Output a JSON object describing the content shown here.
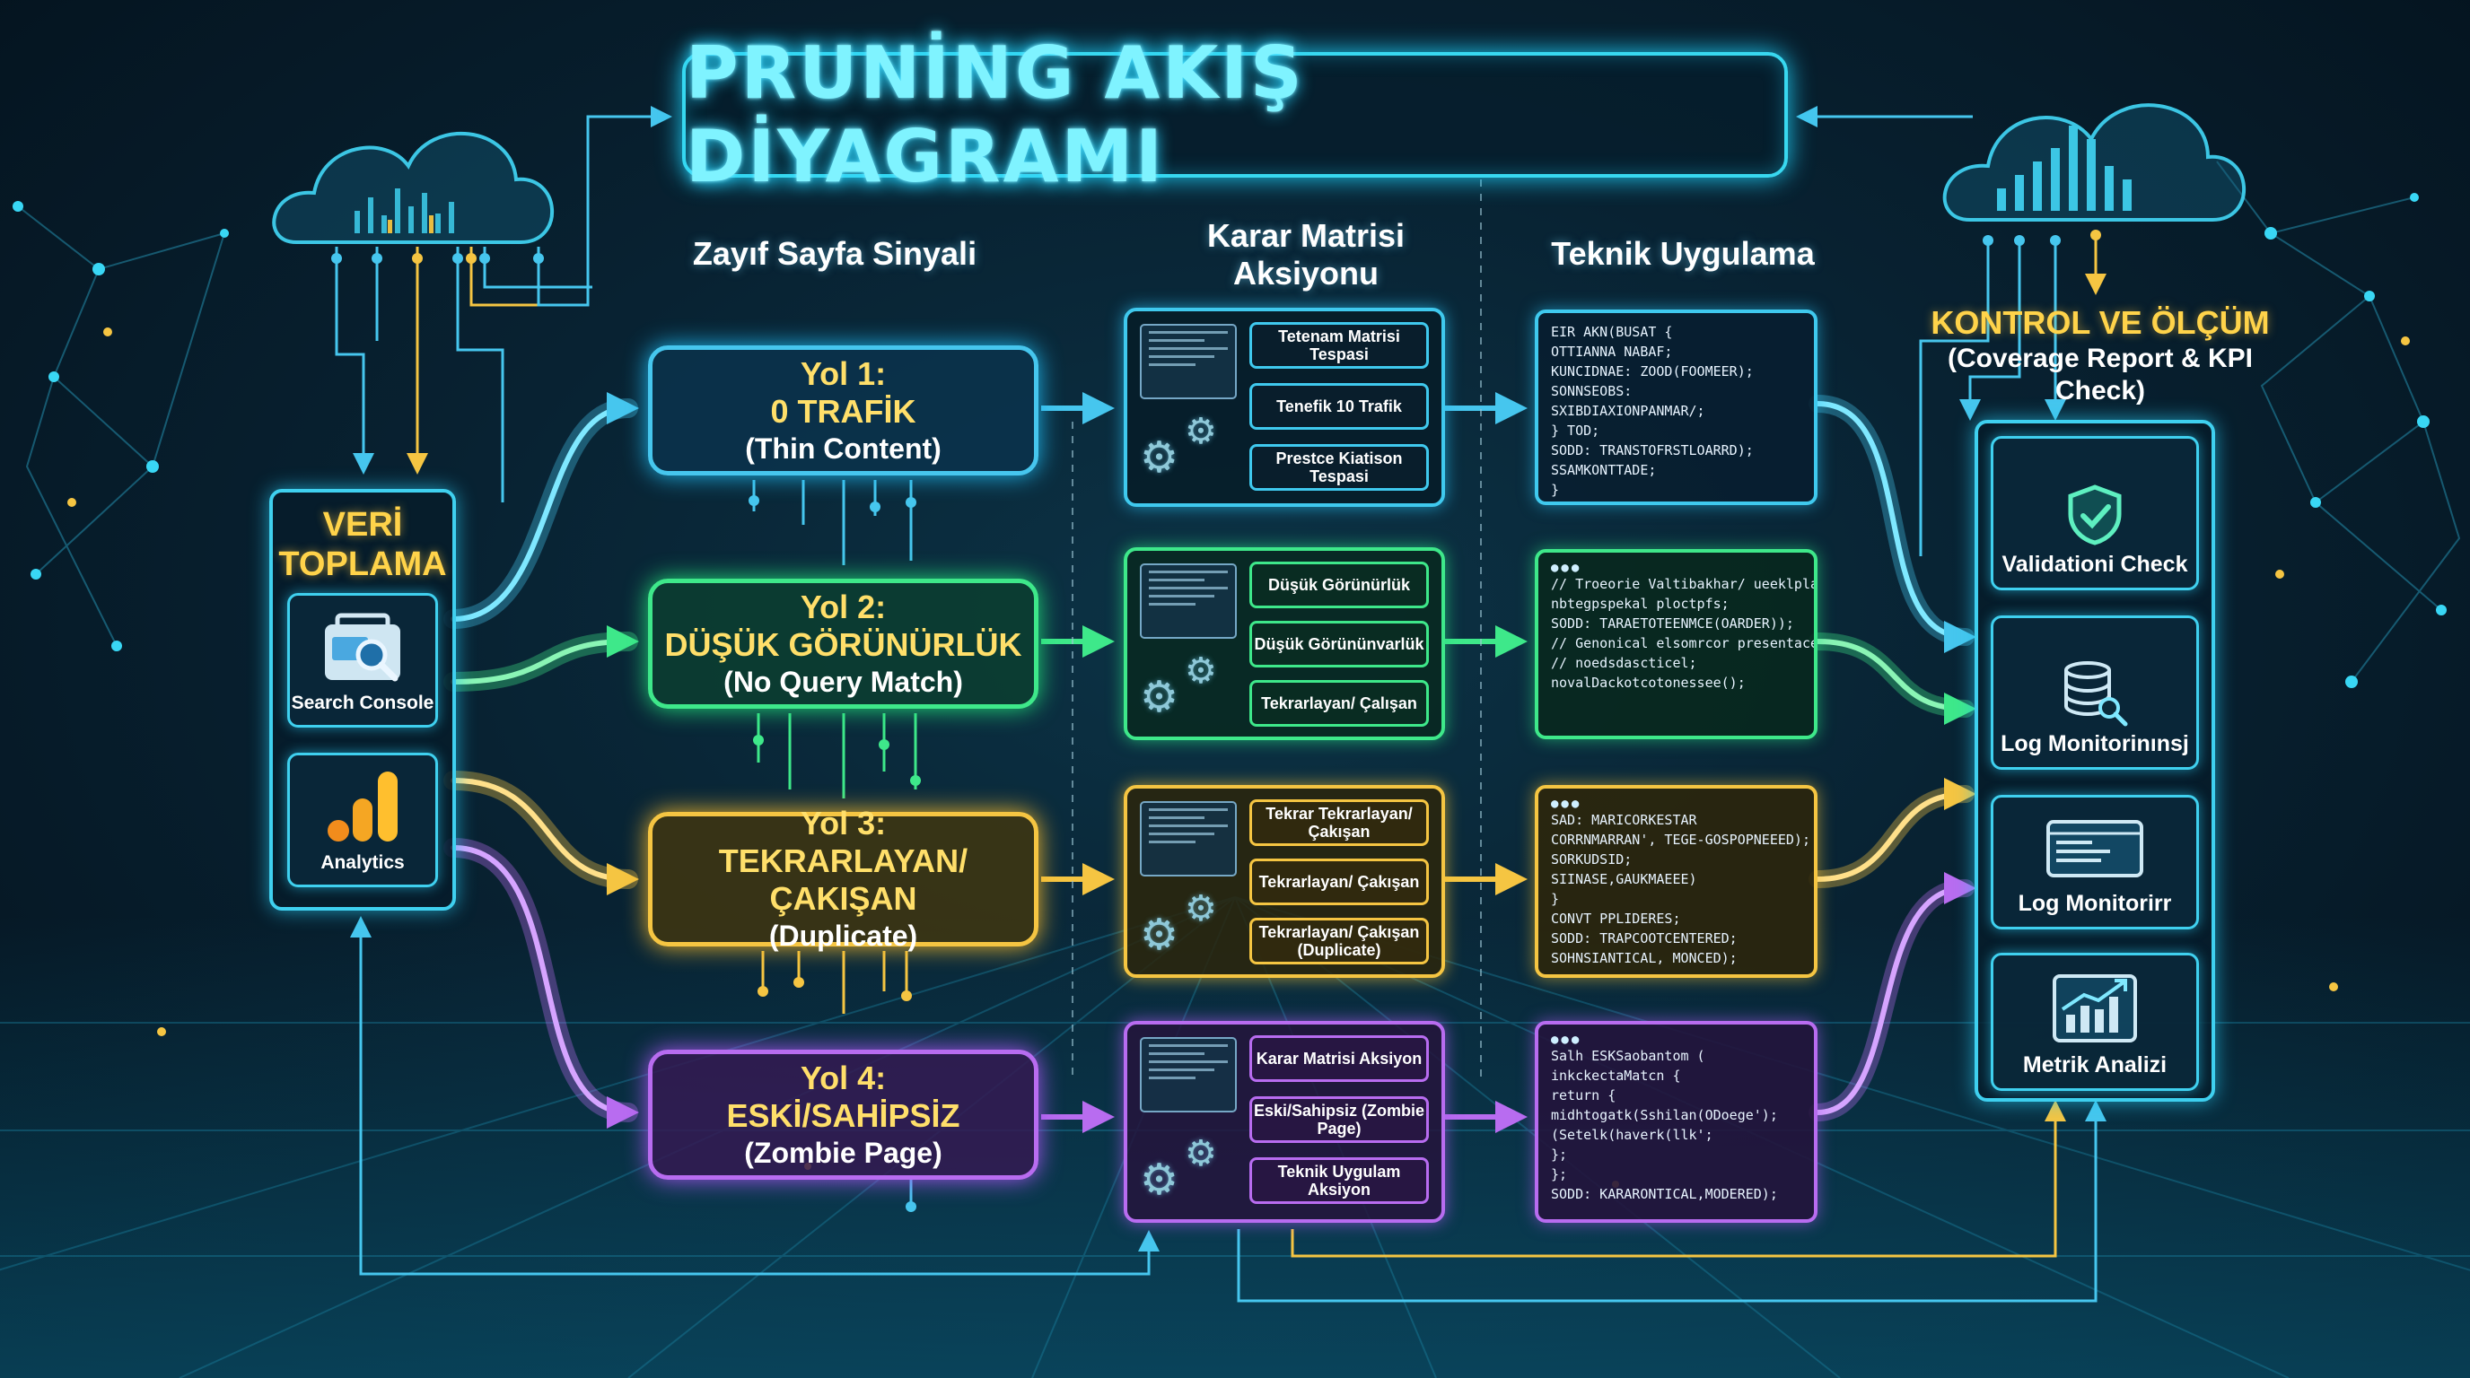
{
  "title": "PRUNİNG AKIŞ DİYAGRAMI",
  "columns": {
    "signal": "Zayıf Sayfa Sinyali",
    "matrix": "Karar Matrisi Aksiyonu",
    "technical": "Teknik Uygulama"
  },
  "collection": {
    "title": "VERİ TOPLAMA",
    "sources": [
      "Search Console",
      "Analytics"
    ]
  },
  "paths": [
    {
      "name": "Yol 1:",
      "title": "0 TRAFİK",
      "subtitle": "(Thin Content)",
      "color": "#46c6ee"
    },
    {
      "name": "Yol 2:",
      "title": "DÜŞÜK GÖRÜNÜRLÜK",
      "subtitle": "(No Query Match)",
      "color": "#3ee88a"
    },
    {
      "name": "Yol 3:",
      "title": "TEKRARLAYAN/ÇAKIŞAN",
      "subtitle": "(Duplicate)",
      "color": "#f5c542"
    },
    {
      "name": "Yol 4:",
      "title": "ESKİ/SAHİPSİZ",
      "subtitle": "(Zombie Page)",
      "color": "#b86cf0"
    }
  ],
  "matrix": [
    [
      "Tetenam Matrisi Tespasi",
      "Tenefik 10 Trafik",
      "Prestce Kiatison Tespasi"
    ],
    [
      "Düşük Görünürlük",
      "Düşük Görününvarlük",
      "Tekrarlayan/ Çalışan"
    ],
    [
      "Tekrar Tekrarlayan/Çakışan",
      "Tekrarlayan/ Çakışan",
      "Tekrarlayan/ Çakışan (Duplicate)"
    ],
    [
      "Karar Matrisi Aksiyon",
      "Eski/Sahipsiz (Zombie Page)",
      "Teknik Uygulam Aksiyon"
    ]
  ],
  "code": [
    [
      "EIR AKN(BUSAT {",
      "  OTTIANNA NABAF;",
      "  KUNCIDNAE: ZOOD(FOOMEER);",
      "  SONNSEOBS:",
      "  SXIBDIAXIONPANMAR/;",
      "} TOD;",
      "  SODD: TRANSTOFRSTLOARRD);",
      "  SSAMKONTTADE;",
      "}"
    ],
    [
      "// Troeorie Valtibakhar/ ueeklplastion",
      "nbtegpspekal ploctpfs;",
      "",
      "SODD: TARAETOTEENMCE(OARDER));",
      "",
      "// Genonical elsomrcor presentace);",
      "// noedsdascticel;",
      "novalDackotcotonessee();"
    ],
    [
      "SAD: MARICORKESTAR",
      "CORRNMARRAN', TEGE-GOSPOPNEEED);",
      "SORKUDSID;",
      "  SIINASE,GAUKMAEEE)",
      "}",
      "CONVT PPLIDERES;",
      "SODD: TRAPCOOTCENTERED;",
      "SOHNSIANTICAL, MONCED);"
    ],
    [
      "Salh ESKSaobantom (",
      "  inkckectaMatcn {",
      "  return {",
      "    midhtogatk(Sshilan(ODoege');",
      "    (Setelk(haverk(llk';",
      "  };",
      "};",
      "SODD: KARARONTICAL,MODERED);"
    ]
  ],
  "control": {
    "title": "KONTROL VE ÖLÇÜM",
    "subtitle": "(Coverage Report & KPI Check)",
    "items": [
      "Validationi Check",
      "Log Monitorinınsj",
      "Log Monitorirr",
      "Metrik Analizi"
    ]
  },
  "colors": {
    "cyan": "#46c6ee",
    "green": "#3ee88a",
    "yellow": "#f5c542",
    "purple": "#b86cf0",
    "title": "#7ff3ff"
  }
}
